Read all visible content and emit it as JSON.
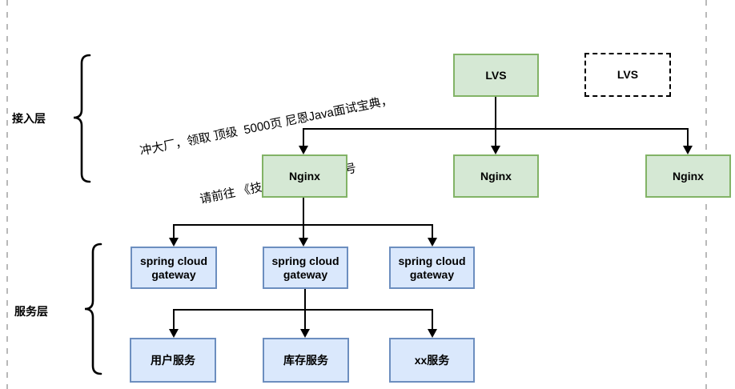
{
  "layers": {
    "access": {
      "label": "接入层"
    },
    "service": {
      "label": "服务层"
    }
  },
  "watermark": {
    "line1": "冲大厂，领取 顶级  5000页 尼恩Java面试宝典，",
    "line2": "请前往 《技术自由圈》公众号"
  },
  "nodes": {
    "lvs_primary": {
      "label": "LVS"
    },
    "lvs_backup": {
      "label": "LVS"
    },
    "nginx": [
      {
        "label": "Nginx"
      },
      {
        "label": "Nginx"
      },
      {
        "label": "Nginx"
      }
    ],
    "gateways": [
      {
        "label": "spring cloud gateway"
      },
      {
        "label": "spring cloud gateway"
      },
      {
        "label": "spring cloud gateway"
      }
    ],
    "services": [
      {
        "label": "用户服务"
      },
      {
        "label": "库存服务"
      },
      {
        "label": "xx服务"
      }
    ]
  },
  "colors": {
    "green_fill": "#d5e8d4",
    "green_border": "#82b366",
    "blue_fill": "#dae8fc",
    "blue_border": "#6c8ebf",
    "connector": "#000000",
    "page_divider": "#b9b9b9"
  }
}
